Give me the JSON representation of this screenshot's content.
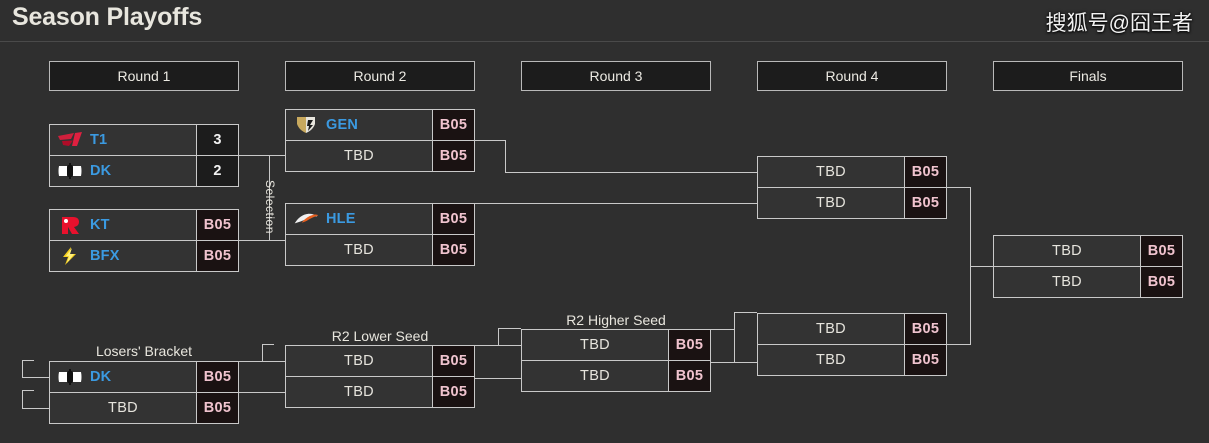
{
  "header": {
    "title": "Season Playoffs",
    "watermark": "搜狐号@囧王者"
  },
  "colors": {
    "background": "#2f2f2f",
    "box_background": "#333333",
    "box_border": "#c9c9c9",
    "team_name": "#3b9ae1",
    "score_text": "#f0c3ce",
    "score_background": "#1a1212",
    "header_button_bg": "#1c1c1c",
    "text_light": "#e8e6de"
  },
  "round_headers": [
    {
      "label": "Round 1"
    },
    {
      "label": "Round 2"
    },
    {
      "label": "Round 3"
    },
    {
      "label": "Round 4"
    },
    {
      "label": "Finals"
    }
  ],
  "labels": {
    "selection": "Selection",
    "losers_bracket": "Losers' Bracket",
    "r2_lower_seed": "R2 Lower Seed",
    "r2_higher_seed": "R2 Higher Seed"
  },
  "matches": {
    "r1_m1": {
      "rows": [
        {
          "team": "T1",
          "logo": "t1-logo",
          "score": "3",
          "score_type": "number"
        },
        {
          "team": "DK",
          "logo": "dk-logo",
          "score": "2",
          "score_type": "number"
        }
      ]
    },
    "r1_m2": {
      "rows": [
        {
          "team": "KT",
          "logo": "kt-logo",
          "score": "B05",
          "score_type": "bo"
        },
        {
          "team": "BFX",
          "logo": "bfx-logo",
          "score": "B05",
          "score_type": "bo"
        }
      ]
    },
    "r2_m1": {
      "rows": [
        {
          "team": "GEN",
          "logo": "gen-logo",
          "score": "B05",
          "score_type": "bo"
        },
        {
          "team": "TBD",
          "logo": "",
          "score": "B05",
          "score_type": "bo"
        }
      ]
    },
    "r2_m2": {
      "rows": [
        {
          "team": "HLE",
          "logo": "hle-logo",
          "score": "B05",
          "score_type": "bo"
        },
        {
          "team": "TBD",
          "logo": "",
          "score": "B05",
          "score_type": "bo"
        }
      ]
    },
    "r4_upper": {
      "rows": [
        {
          "team": "TBD",
          "logo": "",
          "score": "B05",
          "score_type": "bo"
        },
        {
          "team": "TBD",
          "logo": "",
          "score": "B05",
          "score_type": "bo"
        }
      ]
    },
    "r4_lower": {
      "rows": [
        {
          "team": "TBD",
          "logo": "",
          "score": "B05",
          "score_type": "bo"
        },
        {
          "team": "TBD",
          "logo": "",
          "score": "B05",
          "score_type": "bo"
        }
      ]
    },
    "finals": {
      "rows": [
        {
          "team": "TBD",
          "logo": "",
          "score": "B05",
          "score_type": "bo"
        },
        {
          "team": "TBD",
          "logo": "",
          "score": "B05",
          "score_type": "bo"
        }
      ]
    },
    "losers_m1": {
      "rows": [
        {
          "team": "DK",
          "logo": "dk-logo",
          "score": "B05",
          "score_type": "bo"
        },
        {
          "team": "TBD",
          "logo": "",
          "score": "B05",
          "score_type": "bo"
        }
      ]
    },
    "r2_lower_seed_match": {
      "rows": [
        {
          "team": "TBD",
          "logo": "",
          "score": "B05",
          "score_type": "bo"
        },
        {
          "team": "TBD",
          "logo": "",
          "score": "B05",
          "score_type": "bo"
        }
      ]
    },
    "r2_higher_seed_match": {
      "rows": [
        {
          "team": "TBD",
          "logo": "",
          "score": "B05",
          "score_type": "bo"
        },
        {
          "team": "TBD",
          "logo": "",
          "score": "B05",
          "score_type": "bo"
        }
      ]
    }
  }
}
